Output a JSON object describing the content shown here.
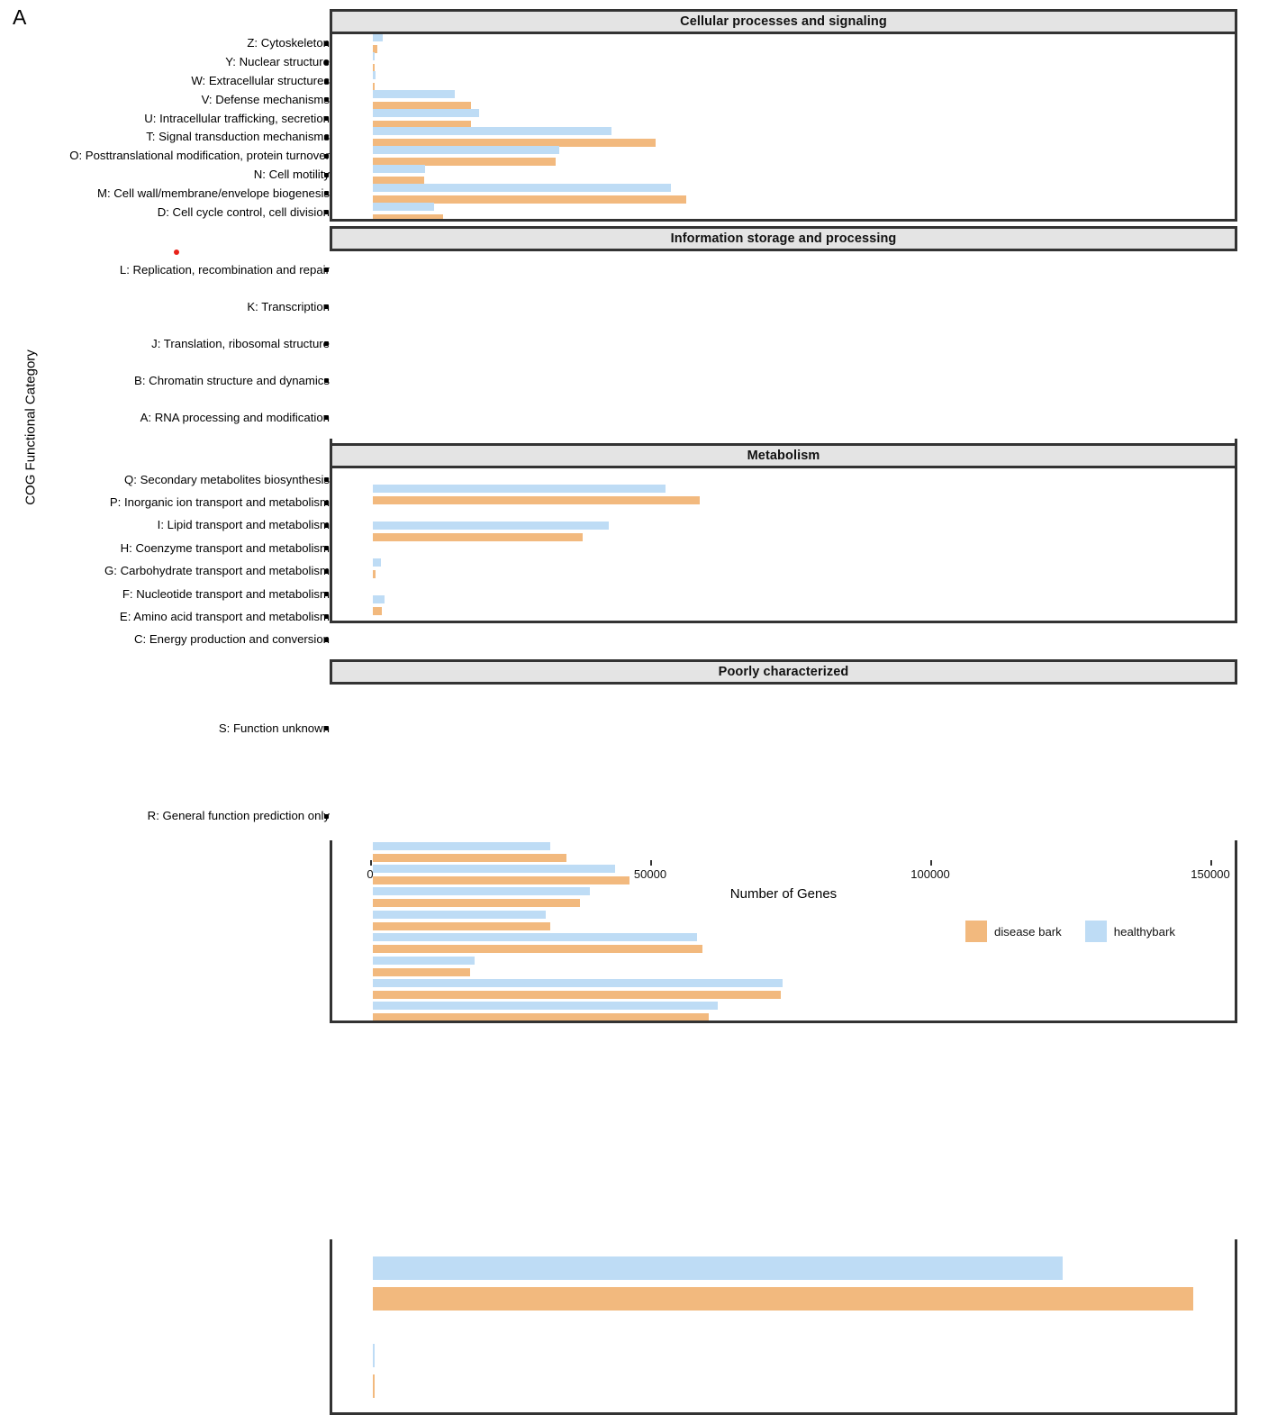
{
  "figure": {
    "panel_letter": "A",
    "y_axis_title": "COG Functional Category",
    "x_axis_title": "Number of Genes"
  },
  "legend": {
    "items": [
      {
        "label": "disease bark",
        "color": "#f2b97e"
      },
      {
        "label": "healthybark",
        "color": "#bedcf5"
      }
    ]
  },
  "facets": [
    {
      "title": "Cellular processes and signaling"
    },
    {
      "title": "Information storage and processing"
    },
    {
      "title": "Metabolism"
    },
    {
      "title": "Poorly characterized"
    }
  ],
  "axis": {
    "ticks": [
      "0",
      "50000",
      "100000",
      "150000"
    ],
    "tick_values": [
      0,
      50000,
      100000,
      150000
    ],
    "min": 0,
    "max": 150000
  },
  "chart_data": {
    "type": "bar",
    "orientation": "horizontal",
    "title": "A",
    "xlabel": "Number of Genes",
    "ylabel": "COG Functional Category",
    "xlim": [
      0,
      150000
    ],
    "grid": false,
    "legend_position": "bottom-right",
    "facet_variable": "COG super-category",
    "series": [
      {
        "name": "disease bark",
        "color": "#f2b97e"
      },
      {
        "name": "healthybark",
        "color": "#bedcf5"
      }
    ],
    "facets": [
      {
        "title": "Cellular processes and signaling",
        "categories": [
          "Z: Cytoskeleton",
          "Y: Nuclear structure",
          "W: Extracellular structures",
          "V: Defense mechanisms",
          "U: Intracellular trafficking, secretion",
          "T: Signal transduction mechanisms",
          "O: Posttranslational modification, protein turnover",
          "N: Cell motility",
          "M: Cell wall/membrane/envelope biogenesis",
          "D: Cell cycle control, cell division"
        ],
        "values": {
          "disease bark": [
            870,
            320,
            380,
            17600,
            17600,
            50500,
            32700,
            9200,
            56000,
            12600
          ],
          "healthybark": [
            1700,
            400,
            430,
            14700,
            19000,
            42600,
            33200,
            9400,
            53200,
            11000
          ]
        }
      },
      {
        "title": "Information storage and processing",
        "categories": [
          "L: Replication, recombination and repair",
          "K: Transcription",
          "J: Translation, ribosomal structure",
          "B: Chromatin structure and dynamics",
          "A: RNA processing and modification"
        ],
        "values": {
          "disease bark": [
            67500,
            58300,
            37500,
            500,
            1650
          ],
          "healthybark": [
            51900,
            52200,
            42200,
            1500,
            2150
          ]
        }
      },
      {
        "title": "Metabolism",
        "categories": [
          "Q: Secondary metabolites biosynthesis",
          "P: Inorganic ion transport and metabolism",
          "I: Lipid transport and metabolism",
          "H: Coenzyme transport and metabolism",
          "G: Carbohydrate transport and metabolism",
          "F: Nucleotide transport and metabolism",
          "E: Amino acid transport and metabolism",
          "C: Energy production and conversion"
        ],
        "values": {
          "disease bark": [
            34500,
            45900,
            37000,
            31600,
            58800,
            17300,
            72800,
            59900
          ],
          "healthybark": [
            31600,
            43300,
            38800,
            30800,
            57800,
            18100,
            73100,
            61600
          ]
        }
      },
      {
        "title": "Poorly characterized",
        "categories": [
          "S: Function unknown",
          "R: General function prediction only"
        ],
        "values": {
          "disease bark": [
            146400,
            300
          ],
          "healthybark": [
            123100,
            350
          ]
        }
      }
    ]
  }
}
